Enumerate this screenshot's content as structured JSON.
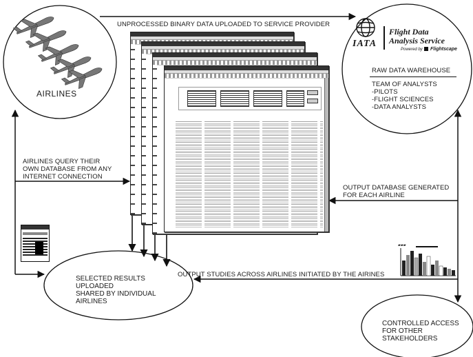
{
  "title": "UNPROCESSED BINARY DATA UPLOADED TO SERVICE PROVIDER",
  "nodes": {
    "airlines": {
      "label": "AIRLINES"
    },
    "warehouse": {
      "logo_org": "IATA",
      "logo_line1": "Flight Data",
      "logo_line2": "Analysis Service",
      "powered_by": "Powered by",
      "powered_brand": "Flightscape",
      "heading": "RAW DATA WAREHOUSE",
      "team": [
        "TEAM OF ANALYSTS",
        "-PILOTS",
        "-FLIGHT SCIENCES",
        "-DATA ANALYSTS"
      ]
    },
    "selected": {
      "lines": [
        "SELECTED RESULTS",
        "UPLOADED",
        "SHARED BY INDIVIDUAL",
        "AIRLINES"
      ]
    },
    "controlled": {
      "lines": [
        "CONTROLLED ACCESS",
        "FOR OTHER",
        "STAKEHOLDERS"
      ]
    }
  },
  "flows": {
    "query": [
      "AIRLINES QUERY THEIR",
      "OWN DATABASE FROM ANY",
      "INTERNET CONNECTION"
    ],
    "output_db": [
      "OUTPUT DATABASE GENERATED",
      "FOR EACH AIRLINE"
    ],
    "studies": "OUTPUT STUDIES ACROSS AIRLINES INITIATED BY THE AIRINES"
  },
  "icons": [
    "airplane-icon",
    "iata-globe-icon",
    "bar-chart-icon",
    "database-screen-icon"
  ]
}
